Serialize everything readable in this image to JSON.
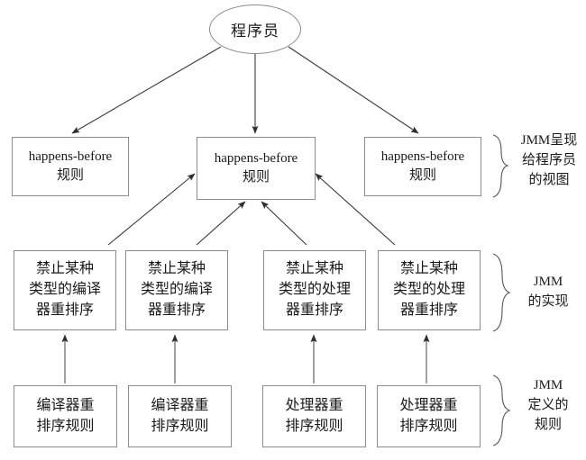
{
  "diagram": {
    "title_node": {
      "id": "programmer",
      "label": "程序员",
      "shape": "ellipse"
    },
    "rows": {
      "view_row": [
        {
          "id": "hb-rule-1",
          "line1": "happens-before",
          "line2": "规则"
        },
        {
          "id": "hb-rule-2",
          "line1": "happens-before",
          "line2": "规则"
        },
        {
          "id": "hb-rule-3",
          "line1": "happens-before",
          "line2": "规则"
        }
      ],
      "impl_row": [
        {
          "id": "ban-compiler-1",
          "line1": "禁止某种",
          "line2": "类型的编译",
          "line3": "器重排序"
        },
        {
          "id": "ban-compiler-2",
          "line1": "禁止某种",
          "line2": "类型的编译",
          "line3": "器重排序"
        },
        {
          "id": "ban-processor-1",
          "line1": "禁止某种",
          "line2": "类型的处理",
          "line3": "器重排序"
        },
        {
          "id": "ban-processor-2",
          "line1": "禁止某种",
          "line2": "类型的处理",
          "line3": "器重排序"
        }
      ],
      "rules_row": [
        {
          "id": "compiler-reorder-rule-1",
          "line1": "编译器重",
          "line2": "排序规则"
        },
        {
          "id": "compiler-reorder-rule-2",
          "line1": "编译器重",
          "line2": "排序规则"
        },
        {
          "id": "processor-reorder-rule-1",
          "line1": "处理器重",
          "line2": "排序规则"
        },
        {
          "id": "processor-reorder-rule-2",
          "line1": "处理器重",
          "line2": "排序规则"
        }
      ]
    },
    "group_labels": [
      {
        "id": "label-view",
        "line1": "JMM呈现",
        "line2": "给程序员",
        "line3": "的视图"
      },
      {
        "id": "label-impl",
        "line1": "JMM",
        "line2": "的实现",
        "line3": ""
      },
      {
        "id": "label-rules",
        "line1": "JMM",
        "line2": "定义的",
        "line3": "规则"
      }
    ],
    "colors": {
      "stroke": "#8c8c8c",
      "arrow": "#3a3a3a",
      "text": "#1a1a1a",
      "background": "#ffffff"
    }
  }
}
